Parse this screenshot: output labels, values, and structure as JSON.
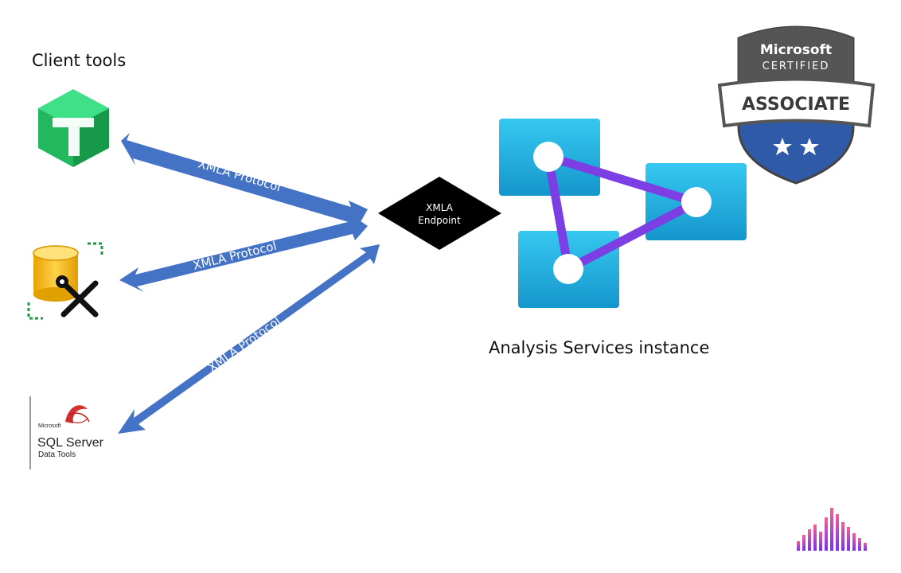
{
  "diagram": {
    "client_tools_title": "Client tools",
    "arrow_labels": [
      "XMLA Protocol",
      "XMLA Protocol",
      "XMLA Protocol"
    ],
    "endpoint": {
      "line1": "XMLA",
      "line2": "Endpoint"
    },
    "instance_caption": "Analysis Services instance"
  },
  "badge": {
    "brand": "Microsoft",
    "certified": "CERTIFIED",
    "level": "ASSOCIATE"
  },
  "sql_logo": {
    "microsoft": "Microsoft",
    "product": "SQL Server",
    "subtitle": "Data Tools"
  },
  "icons": {
    "tabular_editor": "tabular-editor-icon",
    "ssms": "database-tools-icon",
    "ssdt": "sql-server-data-tools-icon",
    "analysis_services": "analysis-services-icon",
    "certification": "certification-badge-icon",
    "brand_logo": "equalizer-logo-icon"
  },
  "colors": {
    "arrow": "#4472c4",
    "tile": "#1faedf",
    "link": "#7b3fe4",
    "endpoint": "#000000",
    "badge_shield": "#2f5aa8",
    "badge_top": "#555555"
  }
}
